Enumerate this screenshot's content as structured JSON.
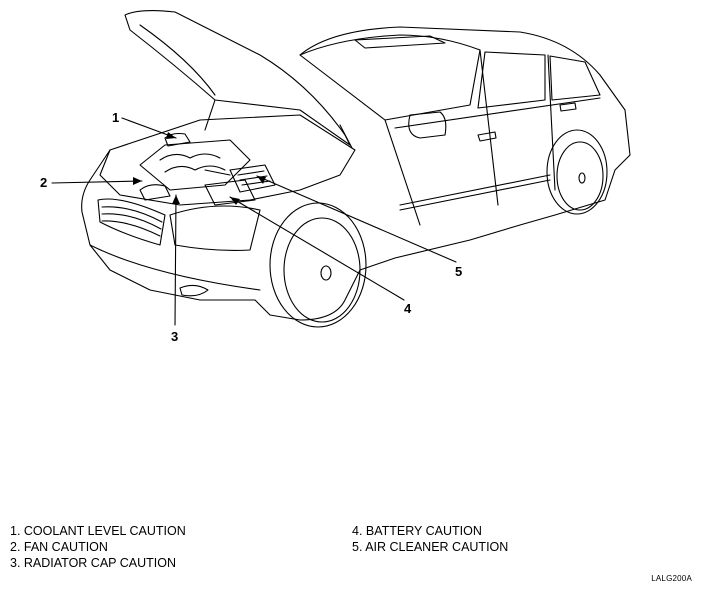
{
  "callouts": [
    {
      "num": "1"
    },
    {
      "num": "2"
    },
    {
      "num": "3"
    },
    {
      "num": "4"
    },
    {
      "num": "5"
    }
  ],
  "legend": [
    {
      "text": "1. COOLANT LEVEL CAUTION"
    },
    {
      "text": "2. FAN CAUTION"
    },
    {
      "text": "3. RADIATOR CAP CAUTION"
    },
    {
      "text": "4. BATTERY CAUTION"
    },
    {
      "text": "5. AIR CLEANER CAUTION"
    }
  ],
  "reference_code": "LALG200A"
}
